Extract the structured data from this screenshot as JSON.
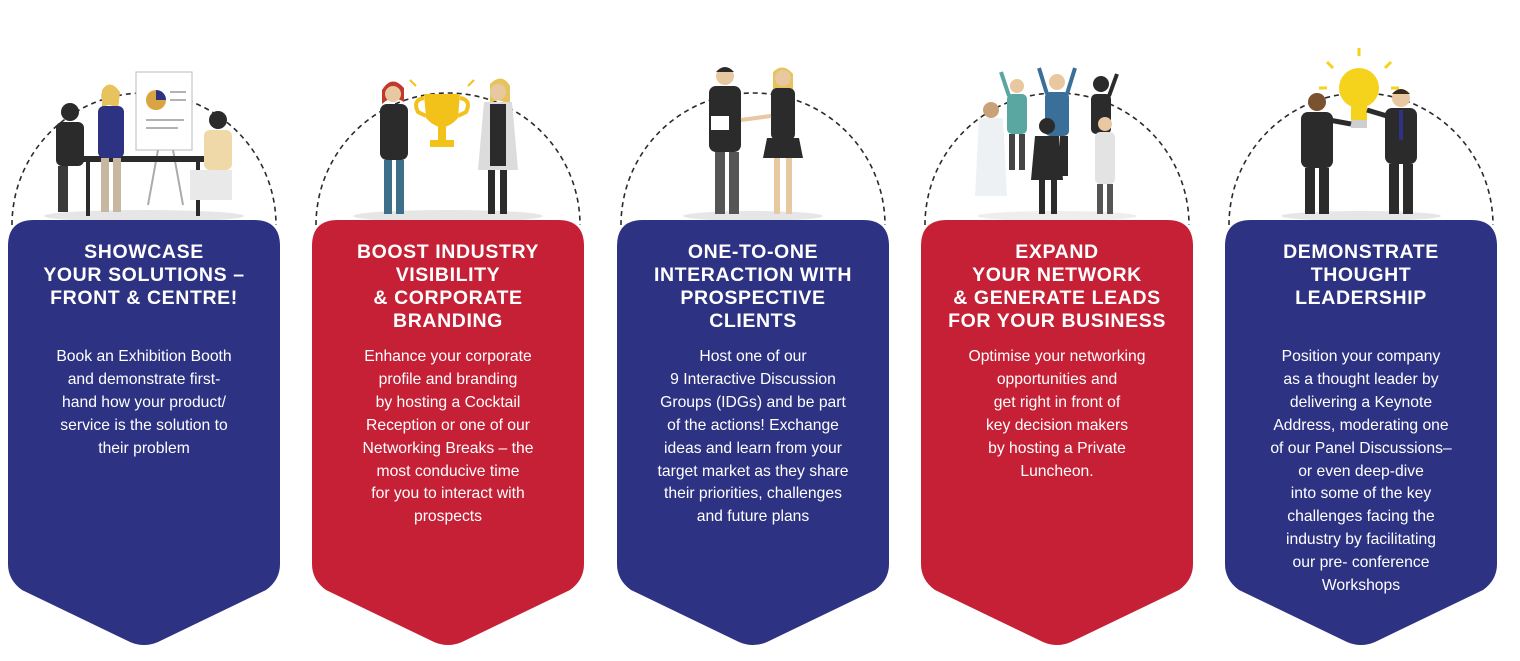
{
  "colors": {
    "navy": "#2d3282",
    "red": "#c52035",
    "dash": "#2b2b2b"
  },
  "cards": [
    {
      "color": "navy",
      "illustration": "team-meeting-illustration",
      "title": [
        "SHOWCASE",
        "YOUR SOLUTIONS –",
        "FRONT & CENTRE!"
      ],
      "body": [
        "Book an Exhibition Booth",
        "and demonstrate first-",
        "hand how your product/",
        "service is the solution to",
        "their problem"
      ]
    },
    {
      "color": "red",
      "illustration": "trophy-award-illustration",
      "title": [
        "BOOST INDUSTRY",
        "VISIBILITY",
        "& CORPORATE",
        "BRANDING"
      ],
      "body": [
        "Enhance your corporate",
        "profile and branding",
        "by hosting a Cocktail",
        "Reception or one of our",
        "Networking Breaks – the",
        "most conducive time",
        "for you to interact with",
        "prospects"
      ]
    },
    {
      "color": "navy",
      "illustration": "handshake-meeting-illustration",
      "title": [
        "ONE-TO-ONE",
        "INTERACTION WITH",
        "PROSPECTIVE",
        "CLIENTS"
      ],
      "body": [
        "Host one of our",
        "9 Interactive Discussion",
        "Groups (IDGs) and be part",
        "of the actions! Exchange",
        "ideas  and learn from your",
        "target market as they share",
        "their priorities, challenges",
        "and future plans"
      ]
    },
    {
      "color": "red",
      "illustration": "networking-group-illustration",
      "title": [
        "EXPAND",
        "YOUR NETWORK",
        "& GENERATE LEADS",
        "FOR YOUR BUSINESS"
      ],
      "body": [
        "Optimise your networking",
        "opportunities and",
        "get right in front of",
        "key decision makers",
        "by hosting a Private",
        "Luncheon."
      ]
    },
    {
      "color": "navy",
      "illustration": "lightbulb-idea-illustration",
      "title": [
        "DEMONSTRATE",
        "THOUGHT",
        "LEADERSHIP"
      ],
      "body": [
        "Position your company",
        "as a thought leader by",
        "delivering a Keynote",
        "Address, moderating one",
        "of our Panel Discussions–",
        "or even deep-dive",
        "into some of the key",
        "challenges facing the",
        "industry by facilitating",
        "our pre- conference",
        "Workshops"
      ]
    }
  ]
}
